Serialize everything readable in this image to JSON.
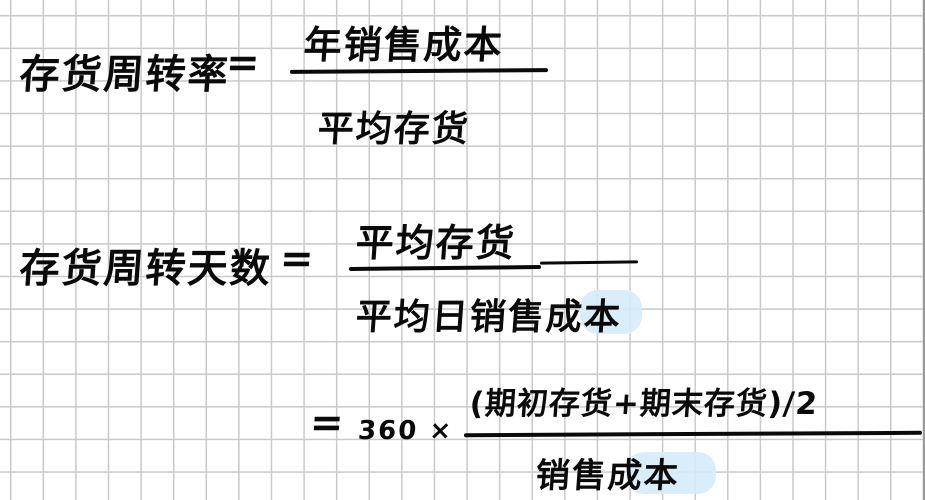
{
  "formulas": [
    {
      "label": "存货周转率",
      "equals": "=",
      "numerator": "年销售成本",
      "denominator": "平均存货"
    },
    {
      "label": "存货周转天数",
      "equals": "=",
      "numerator": "平均存货",
      "denominator": "平均日销售成本"
    },
    {
      "equals": "=",
      "multiplier": "360 ×",
      "numerator": "(期初存货+期末存货)/2",
      "denominator_part1": "销售",
      "denominator_highlighted": "成本"
    }
  ],
  "colors": {
    "ink": "#0a0a0a",
    "grid": "#c9c9c9",
    "highlight": "#d6ebfa",
    "paper": "#ffffff"
  }
}
